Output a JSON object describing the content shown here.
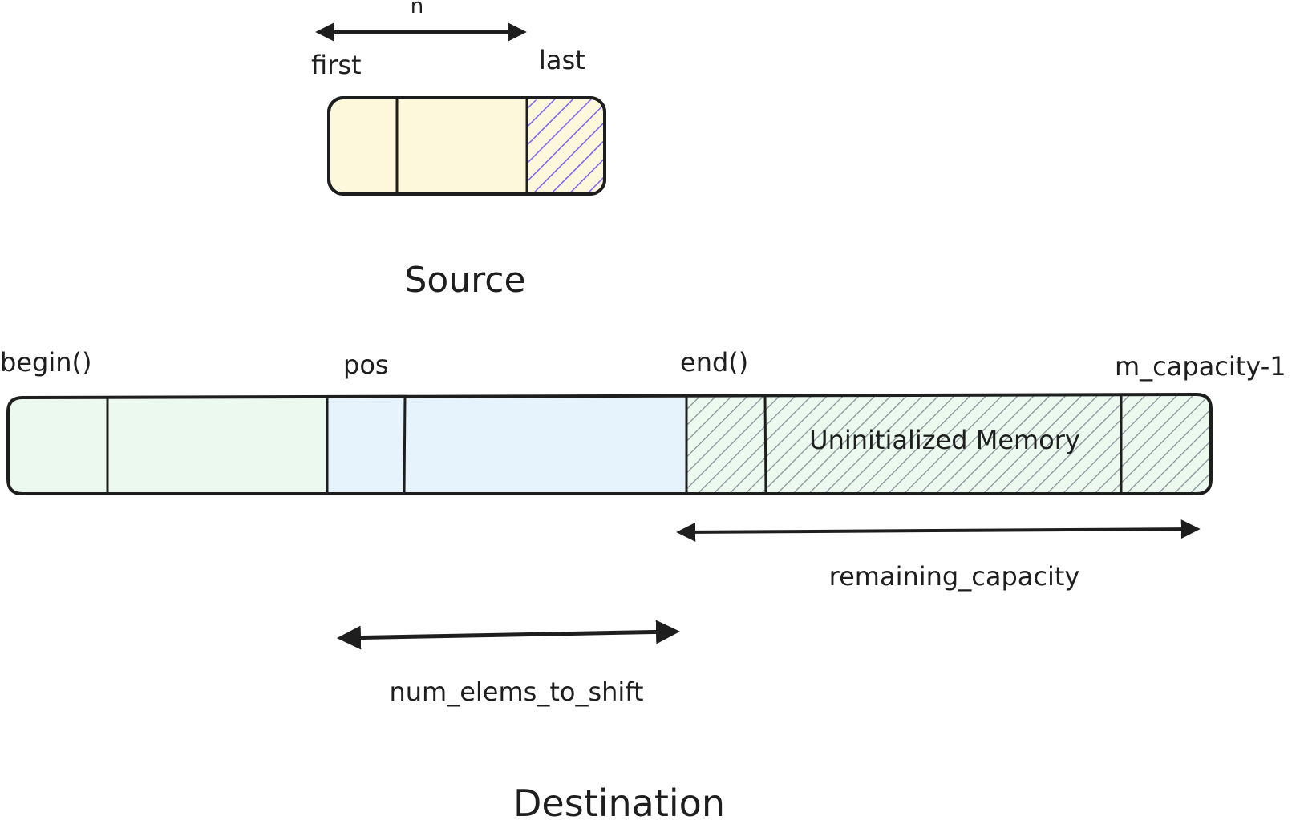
{
  "source": {
    "title": "Source",
    "n_label": "n",
    "first_label": "first",
    "last_label": "last",
    "fill_color": "#fdf8dc",
    "hatch_color": "#7b61ff"
  },
  "destination": {
    "title": "Destination",
    "begin_label": "begin()",
    "pos_label": "pos",
    "end_label": "end()",
    "capacity_label": "m_capacity-1",
    "uninitialized_label": "Uninitialized Memory",
    "remaining_label": "remaining_capacity",
    "shift_label": "num_elems_to_shift",
    "green_fill": "#ebf9ee",
    "blue_fill": "#e6f3fc",
    "hatch_color": "#868e96"
  }
}
